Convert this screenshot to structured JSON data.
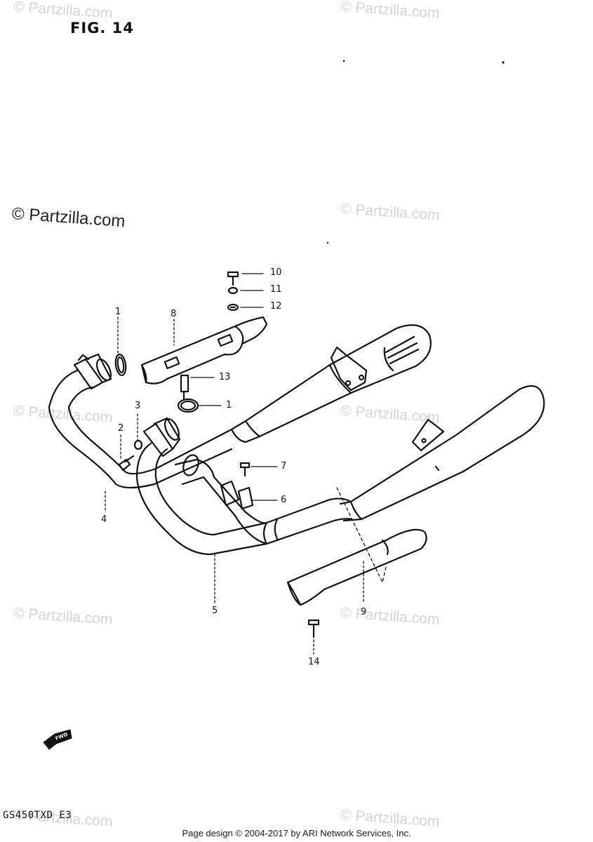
{
  "header": {
    "figure_title": "FIG. 14"
  },
  "watermark": {
    "text": "© Partzilla.com",
    "main_text": "© Partzilla.com"
  },
  "footer": {
    "model_code": "GS450TXD E3",
    "page_credit": "Page design © 2004-2017 by ARI Network Services, Inc."
  },
  "fwd_arrow_label": "FWD",
  "callouts": {
    "c1a": "1",
    "c1b": "1",
    "c2": "2",
    "c3": "3",
    "c4": "4",
    "c5": "5",
    "c6": "6",
    "c7": "7",
    "c8": "8",
    "c9": "9",
    "c10": "10",
    "c11": "11",
    "c12": "12",
    "c13": "13",
    "c14": "14"
  }
}
